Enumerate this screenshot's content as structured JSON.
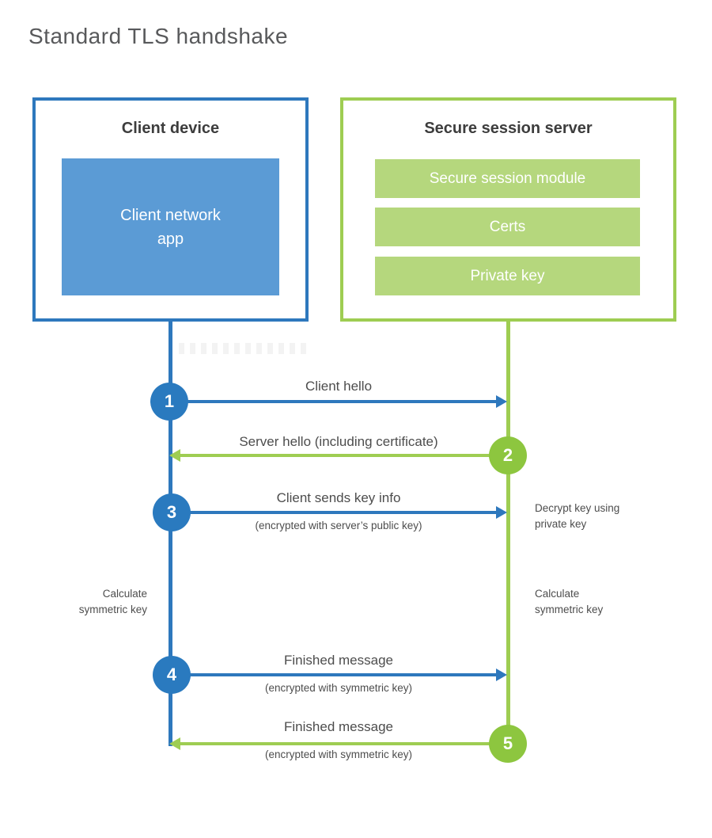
{
  "title": "Standard TLS handshake",
  "client": {
    "title": "Client device",
    "app_label": "Client network\napp"
  },
  "server": {
    "title": "Secure session server",
    "modules": [
      "Secure session module",
      "Certs",
      "Private key"
    ]
  },
  "steps": [
    {
      "num": "1",
      "label": "Client hello",
      "sub": "",
      "direction": "client-to-server",
      "color": "#2a7abf"
    },
    {
      "num": "2",
      "label": "Server hello (including certificate)",
      "sub": "",
      "direction": "server-to-client",
      "color": "#8dc63f"
    },
    {
      "num": "3",
      "label": "Client sends key info",
      "sub": "(encrypted with server’s public key)",
      "direction": "client-to-server",
      "color": "#2a7abf"
    },
    {
      "num": "4",
      "label": "Finished message",
      "sub": "(encrypted with symmetric key)",
      "direction": "client-to-server",
      "color": "#2a7abf"
    },
    {
      "num": "5",
      "label": "Finished message",
      "sub": "(encrypted with symmetric key)",
      "direction": "server-to-client",
      "color": "#8dc63f"
    }
  ],
  "notes": {
    "decrypt": "Decrypt key using\nprivate key",
    "calculate_left": "Calculate\nsymmetric key",
    "calculate_right": "Calculate\nsymmetric key"
  },
  "colors": {
    "blue_border": "#2e78bd",
    "blue_fill": "#5b9bd5",
    "blue_badge": "#2a7abf",
    "green_border": "#9ecd52",
    "green_fill": "#b5d77d",
    "green_badge": "#8dc63f",
    "heading_text": "#3d3d3d",
    "label_text": "#4d4d4d",
    "title_text": "#58595b"
  }
}
